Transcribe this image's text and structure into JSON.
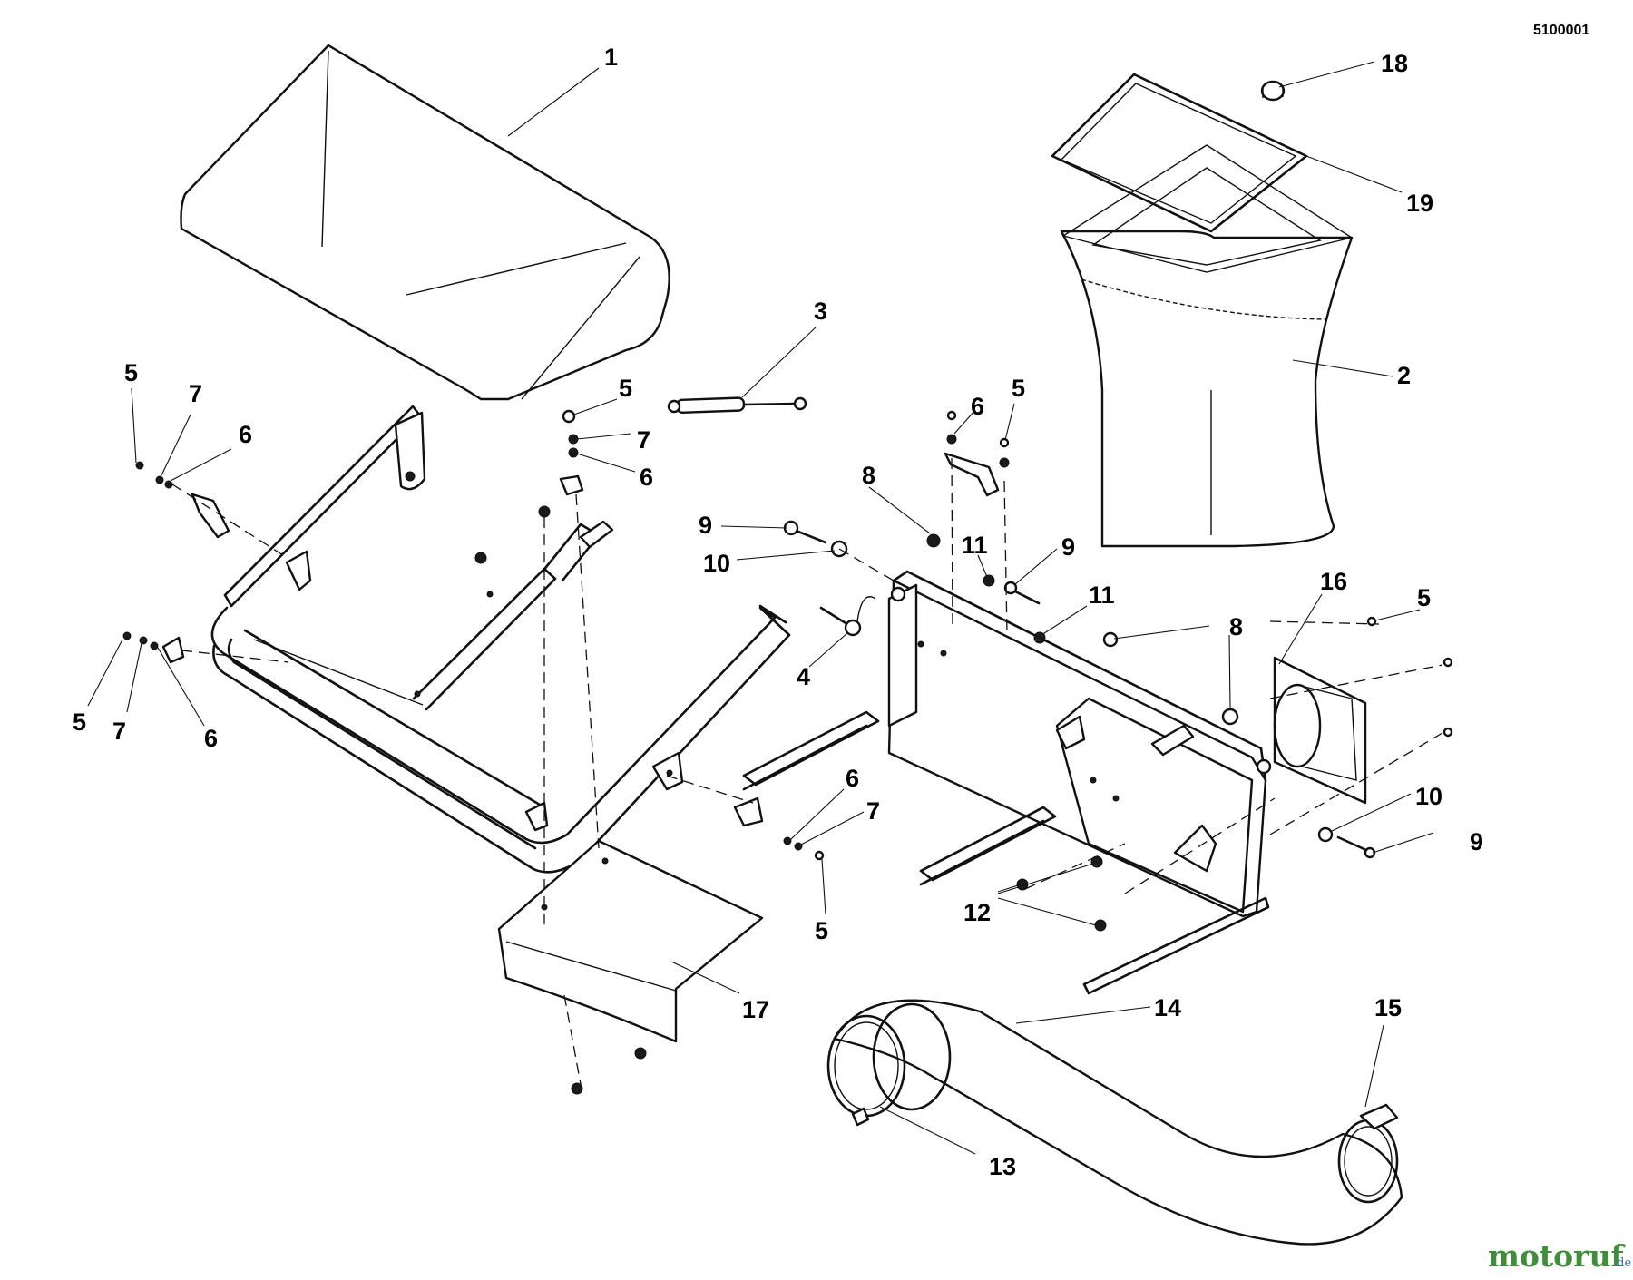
{
  "diagram": {
    "code": "5100001",
    "watermark": {
      "brand": "motoruf",
      "suffix": ".de",
      "colors": [
        "#3f8f3a",
        "#2f6fb0"
      ]
    },
    "labels": [
      "1",
      "2",
      "3",
      "4",
      "5",
      "6",
      "7",
      "8",
      "9",
      "10",
      "11",
      "12",
      "13",
      "14",
      "15",
      "16",
      "17",
      "18",
      "19"
    ]
  }
}
